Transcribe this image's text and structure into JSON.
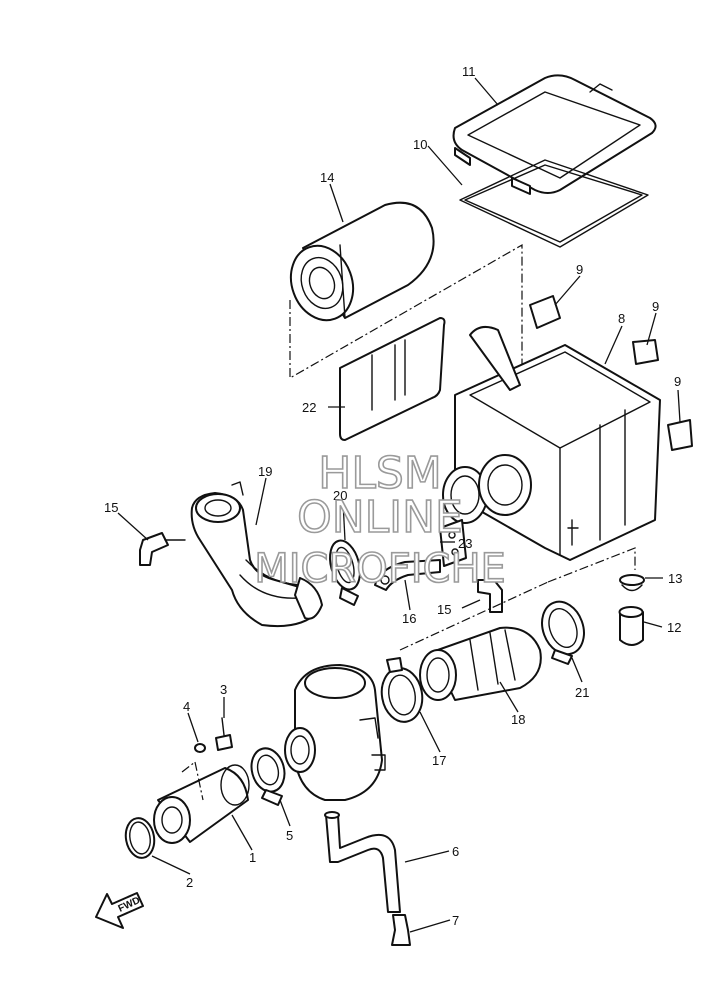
{
  "diagram": {
    "callouts": {
      "1": "1",
      "2": "2",
      "3": "3",
      "4": "4",
      "5": "5",
      "6": "6",
      "7": "7",
      "8": "8",
      "9a": "9",
      "9b": "9",
      "9c": "9",
      "10": "10",
      "11": "11",
      "12": "12",
      "13": "13",
      "14": "14",
      "15a": "15",
      "15b": "15",
      "16": "16",
      "17": "17",
      "18": "18",
      "19": "19",
      "20": "20",
      "21": "21",
      "22": "22",
      "23": "23"
    },
    "fwd_label": "FWD"
  },
  "watermark": {
    "line1": "HLSM",
    "line2": "ONLINE",
    "line3": "MICROFICHE"
  }
}
